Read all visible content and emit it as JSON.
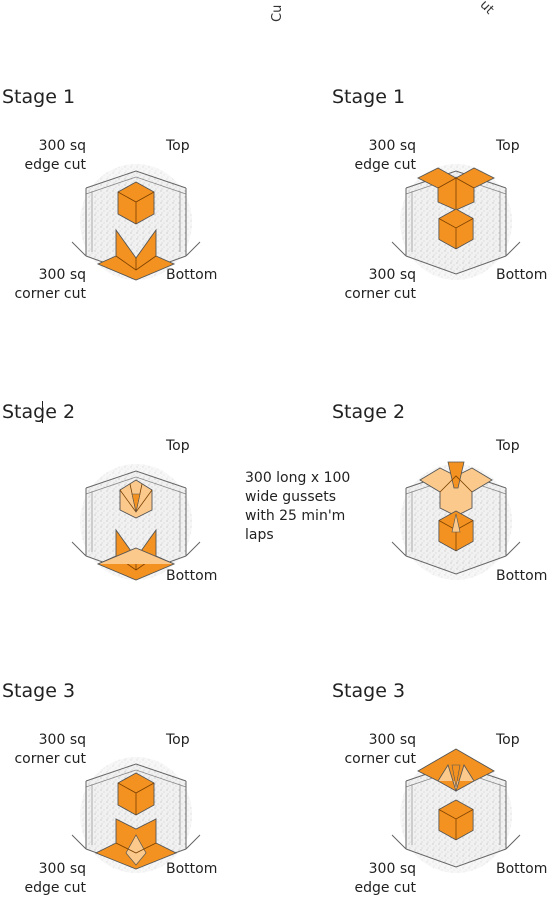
{
  "fragments": {
    "top_left": "Cu",
    "top_right": "ut"
  },
  "stages": {
    "s1_left": "Stage 1",
    "s1_right": "Stage 1",
    "s2_left": "Stage 2",
    "s2_right": "Stage 2",
    "s3_left": "Stage 3",
    "s3_right": "Stage 3"
  },
  "labels": {
    "top": "Top",
    "bottom": "Bottom",
    "edge_cut_line1": "300 sq",
    "edge_cut_line2": "edge cut",
    "corner_cut_line1": "300 sq",
    "corner_cut_line2": "corner cut",
    "gussets_lines": [
      "300 long x 100",
      "wide gussets",
      "with 25 min'm",
      "laps"
    ]
  },
  "colors": {
    "orange": "#f39220",
    "light_orange": "#fbc98c",
    "outline": "#555555",
    "speckle": "#d9d9d9"
  }
}
